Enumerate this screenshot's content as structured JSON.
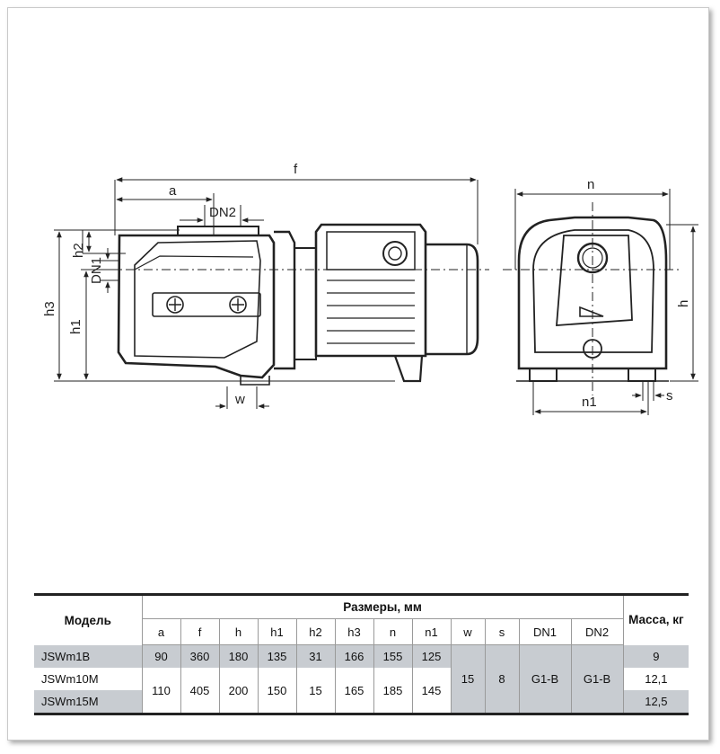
{
  "drawing": {
    "labels": {
      "f": "f",
      "a": "a",
      "dn2": "DN2",
      "h2": "h2",
      "dn1": "DN1",
      "h3": "h3",
      "h1": "h1",
      "w": "w",
      "n": "n",
      "h": "h",
      "n1": "n1",
      "s": "s"
    }
  },
  "table": {
    "model_header": "Модель",
    "dims_header": "Размеры, мм",
    "mass_header": "Масса, кг",
    "columns": [
      "a",
      "f",
      "h",
      "h1",
      "h2",
      "h3",
      "n",
      "n1",
      "w",
      "s",
      "DN1",
      "DN2"
    ],
    "rows": [
      {
        "model": "JSWm1B",
        "a": "90",
        "f": "360",
        "h": "180",
        "h1": "135",
        "h2": "31",
        "h3": "166",
        "n": "155",
        "n1": "125",
        "mass": "9"
      },
      {
        "model": "JSWm10M",
        "mass": "12,1"
      },
      {
        "model": "JSWm15M",
        "mass": "12,5"
      }
    ],
    "shared_10_15": {
      "a": "110",
      "f": "405",
      "h": "200",
      "h1": "150",
      "h2": "15",
      "h3": "165",
      "n": "185",
      "n1": "145"
    },
    "shared_all": {
      "w": "15",
      "s": "8",
      "DN1": "G1-B",
      "DN2": "G1-B"
    }
  }
}
